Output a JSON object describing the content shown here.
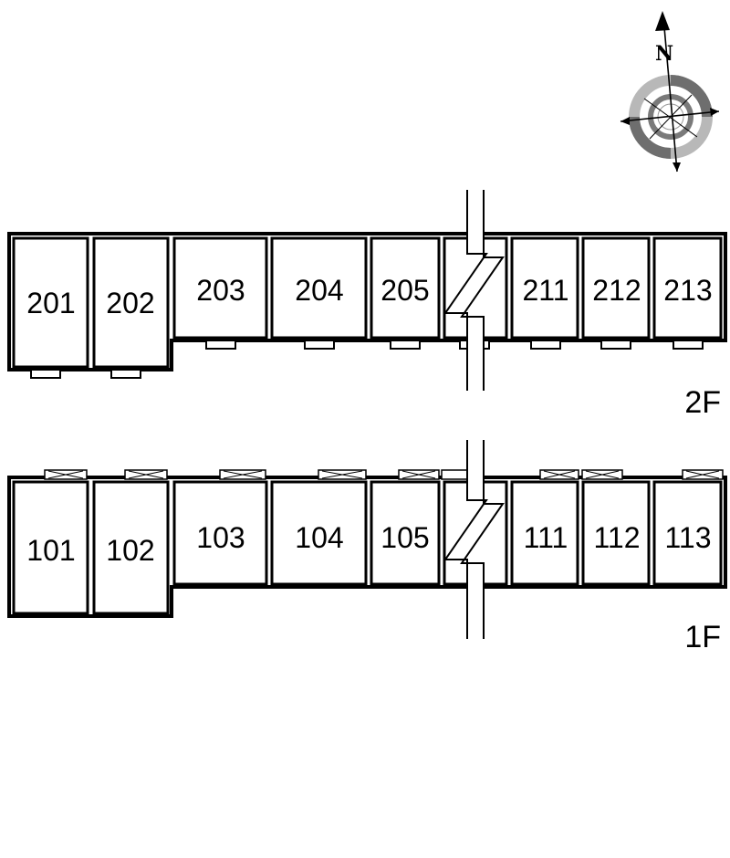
{
  "compass": {
    "label": "N",
    "icon": "compass-rose-icon"
  },
  "floors": [
    {
      "id": "2F",
      "label": "2F",
      "units": [
        {
          "label": "201"
        },
        {
          "label": "202"
        },
        {
          "label": "203"
        },
        {
          "label": "204"
        },
        {
          "label": "205"
        },
        {
          "label": "211"
        },
        {
          "label": "212"
        },
        {
          "label": "213"
        }
      ]
    },
    {
      "id": "1F",
      "label": "1F",
      "units": [
        {
          "label": "101"
        },
        {
          "label": "102"
        },
        {
          "label": "103"
        },
        {
          "label": "104"
        },
        {
          "label": "105"
        },
        {
          "label": "111"
        },
        {
          "label": "112"
        },
        {
          "label": "113"
        }
      ]
    }
  ],
  "colors": {
    "line": "#000000",
    "compass_light": "#b8b8b8",
    "compass_dark": "#6e6e6e"
  }
}
